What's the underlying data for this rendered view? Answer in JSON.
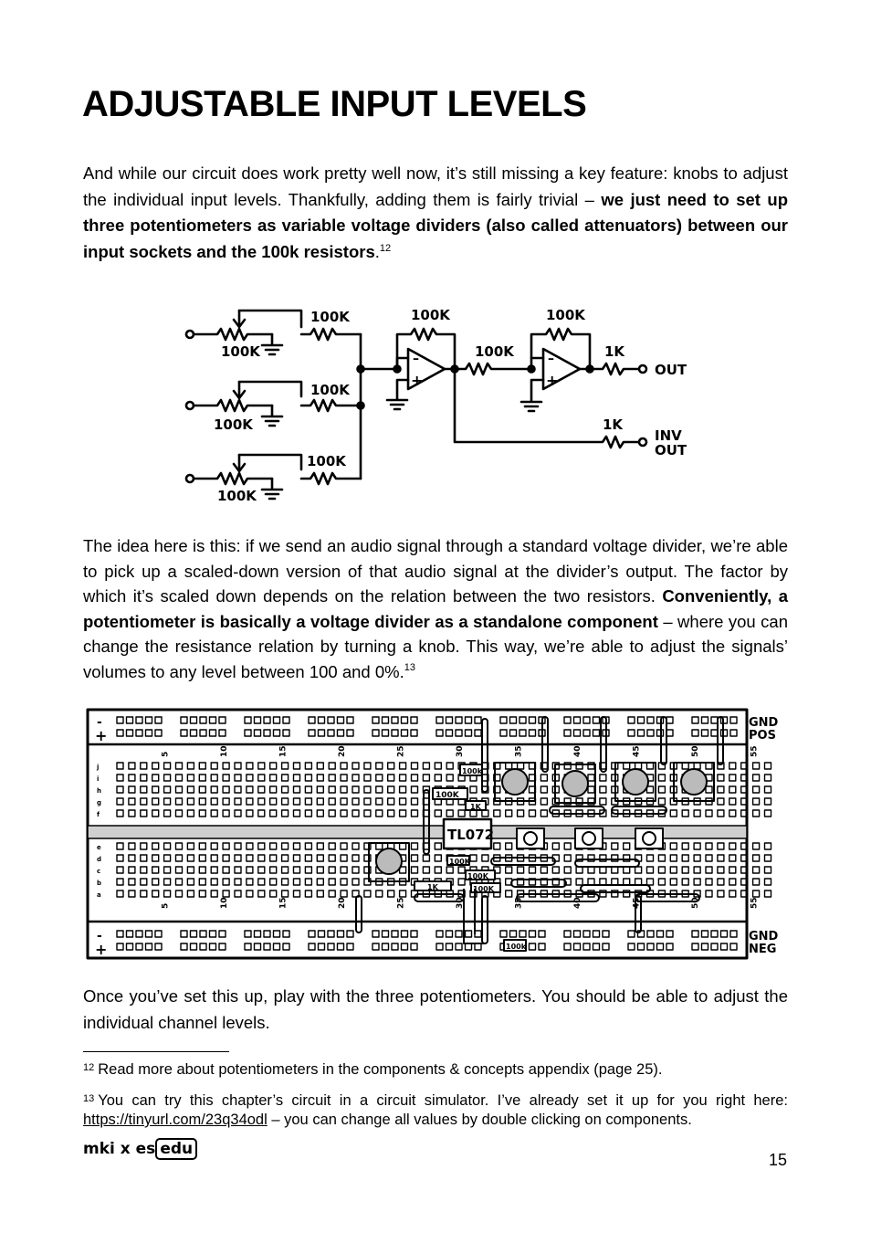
{
  "title": "ADJUSTABLE INPUT LEVELS",
  "para1": {
    "text": "And while our circuit does work pretty well now, it’s still missing a key feature: knobs to adjust the individual input levels. Thankfully, adding them is fairly trivial – ",
    "bold": "we just need to set up three potentiometers as variable voltage dividers (also called attenuators) between our input sockets and the 100k resistors",
    "end": ".",
    "note": "12"
  },
  "schematic": {
    "labels": [
      "100K",
      "100K",
      "100K",
      "100K",
      "100K",
      "100K",
      "100K",
      "100K",
      "100K",
      "1K",
      "1K"
    ],
    "out": "OUT",
    "inv": "INV",
    "inv_out": "OUT"
  },
  "para2": {
    "text": "The idea here is this: if we send an audio signal through a standard voltage divider, we’re able to pick up a scaled-down version of that audio signal at the divider’s output. The factor by which it’s scaled down depends on the relation between the two resistors. ",
    "bold": "Conveniently, a potentiometer is basically a voltage divider as a standalone component",
    "end": " – where you can change the resistance relation by turning a knob. This way, we’re able to adjust the signals’ volumes to any level between 100 and 0%.",
    "note": "13"
  },
  "breadboard": {
    "rail_signs_top": [
      "-",
      "+"
    ],
    "rail_signs_bottom": [
      "-",
      "+"
    ],
    "rail_labels_top": [
      "GND",
      "POS"
    ],
    "rail_labels_bottom": [
      "GND",
      "NEG"
    ],
    "column_numbers": [
      "5",
      "10",
      "15",
      "20",
      "25",
      "30",
      "35",
      "40",
      "45",
      "50",
      "55"
    ],
    "row_letters_top": [
      "j",
      "i",
      "h",
      "g",
      "f"
    ],
    "row_letters_bottom": [
      "e",
      "d",
      "c",
      "b",
      "a"
    ],
    "chip_label": "TL072",
    "resistor_labels": [
      "100k",
      "100K",
      "1K",
      "100K",
      "100K",
      "1K",
      "100K",
      "100k"
    ]
  },
  "para3": {
    "text": "Once you’ve set this up, play with the three potentiometers. You should be able to adjust the individual channel levels."
  },
  "footnote1": {
    "num": "12",
    "text": "Read more about potentiometers in the components & concepts appendix (page 25)."
  },
  "footnote2": {
    "num": "13",
    "text": "You can try this chapter’s circuit in a circuit simulator. I’ve already set it up for you right here: ",
    "link": "https://tinyurl.com/23q34odl",
    "end": " – you can change all values by double clicking on components."
  },
  "logo": {
    "part1": "mki x es",
    "part2": "edu"
  },
  "page_number": "15"
}
